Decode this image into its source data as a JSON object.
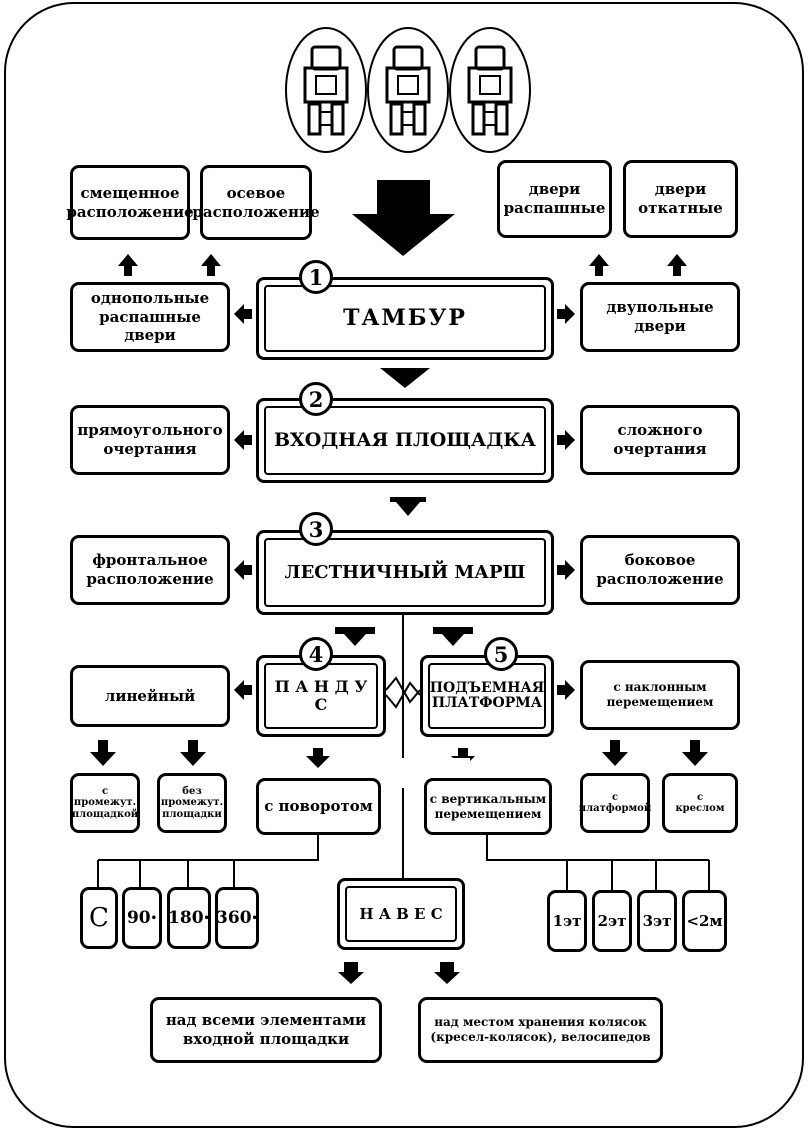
{
  "center": {
    "tambur": {
      "number": "1",
      "label": "ТАМБУР"
    },
    "vhodnaya": {
      "number": "2",
      "label": "ВХОДНАЯ  ПЛОЩАДКА"
    },
    "marsh": {
      "number": "3",
      "label": "ЛЕСТНИЧНЫЙ  МАРШ"
    },
    "pandus": {
      "number": "4",
      "label": "П А Н Д У С"
    },
    "platforma": {
      "number": "5",
      "label": "ПОДЪЕМНАЯ\nПЛАТФОРМА"
    },
    "naves": {
      "label": "Н А В Е С"
    }
  },
  "tambur_options": {
    "left": "однопольные\nраспашные двери",
    "right": "двупольные\nдвери",
    "left_sub": [
      "смещенное\nрасположение",
      "осевое\nрасположение"
    ],
    "right_sub": [
      "двери\nраспашные",
      "двери\nоткатные"
    ]
  },
  "vhodnaya_options": {
    "left": "прямоугольного\nочертания",
    "right": "сложного\nочертания"
  },
  "marsh_options": {
    "left": "фронтальное\nрасположение",
    "right": "боковое\nрасположение"
  },
  "pandus_options": {
    "linear": "линейный",
    "linear_sub": [
      "с\nпромежут.\nплощадкой",
      "без\nпромежут.\nплощадки"
    ],
    "turn": "с поворотом",
    "angles": [
      {
        "value": "С",
        "mark": ""
      },
      {
        "value": "90",
        "mark": "•"
      },
      {
        "value": "180",
        "mark": "•"
      },
      {
        "value": "360",
        "mark": "•"
      }
    ]
  },
  "platforma_options": {
    "inclined": "с наклонным\nперемещением",
    "inclined_sub": [
      "с\nплатформой",
      "с\nкреслом"
    ],
    "vertical": "с вертикальным\nперемещением",
    "heights": [
      "1эт",
      "2эт",
      "3эт",
      "<2м"
    ]
  },
  "naves_options": [
    "над всеми элементами\nвходной площадки",
    "над местом хранения колясок\n(кресел-колясок), велосипедов"
  ]
}
